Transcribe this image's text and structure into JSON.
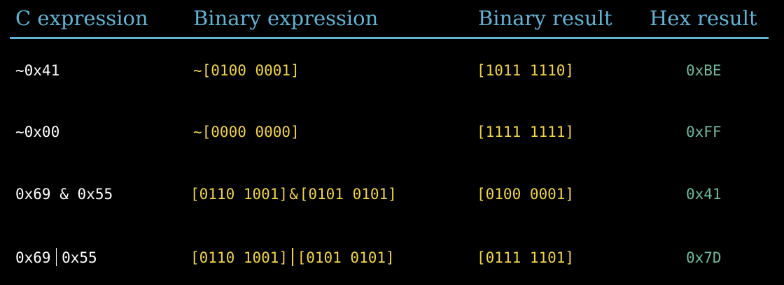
{
  "headers": {
    "c_expression": "C expression",
    "binary_expression": "Binary expression",
    "binary_result": "Binary result",
    "hex_result": "Hex result"
  },
  "rows": [
    {
      "c_expr": "~0x41",
      "bin_expr": "~[0100 0001]",
      "bin_result": "[1011 1110]",
      "hex_result": "0xBE"
    },
    {
      "c_expr": "~0x00",
      "bin_expr": "~[0000 0000]",
      "bin_result": "[1111 1111]",
      "hex_result": "0xFF"
    },
    {
      "c_expr_left": "0x69",
      "c_expr_op": "&",
      "c_expr_right": "0x55",
      "bin_expr_left": "[0110 1001]",
      "bin_expr_op": "&",
      "bin_expr_right": "[0101 0101]",
      "bin_result": "[0100 0001]",
      "hex_result": "0x41"
    },
    {
      "c_expr_left": "0x69",
      "c_expr_right": "0x55",
      "bin_expr_left": "[0110 1001]",
      "bin_expr_right": "[0101 0101]",
      "bin_result": "[0111 1101]",
      "hex_result": "0x7D"
    }
  ],
  "colors": {
    "header": "#5fb4d6",
    "c_expression_text": "#ffffff",
    "binary_text": "#f2d445",
    "hex_text": "#6fb8a0",
    "background": "#000000"
  }
}
